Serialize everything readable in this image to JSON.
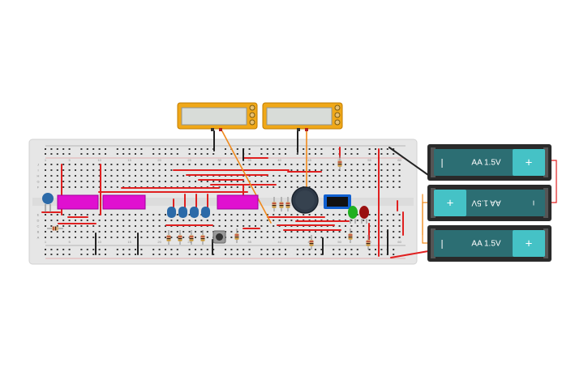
{
  "canvas": {
    "background": "#ffffff"
  },
  "colors": {
    "breadboard": "#e6e6e6",
    "hole": "#3b3b3b",
    "rail_red": "#d63031",
    "rail_black": "#2b2b2b",
    "wire_red": "#e02020",
    "wire_black": "#222222",
    "wire_orange": "#f08a1c",
    "ic_magenta": "#e010d0",
    "lcd_frame": "#f0a818",
    "lcd_screen": "#d8dcd8",
    "battery_body": "#2c6e73",
    "battery_cap": "#45c2c6",
    "battery_holder": "#2a2a2a",
    "cap_blue": "#2c6aa8",
    "led_green": "#20b020",
    "led_red": "#9a1010",
    "buzzer": "#2f3a48",
    "ir_module": "#1060d0"
  },
  "breadboard": {
    "column_labels": [
      "1",
      "5",
      "10",
      "15",
      "20",
      "25",
      "30",
      "35",
      "40",
      "45",
      "50",
      "55",
      "60"
    ],
    "row_labels_left": [
      "J",
      "I",
      "H",
      "G",
      "F",
      "E",
      "D",
      "C",
      "B",
      "A"
    ]
  },
  "batteries": [
    {
      "label": "AA 1.5V",
      "neg": "−",
      "pos": "+",
      "flipped": false
    },
    {
      "label": "AA 1.5V",
      "neg": "−",
      "pos": "+",
      "flipped": true
    },
    {
      "label": "AA 1.5V",
      "neg": "−",
      "pos": "+",
      "flipped": false
    }
  ],
  "components": {
    "ic_chips": [
      "ic-chip-1",
      "ic-chip-2",
      "ic-chip-3"
    ],
    "lcd_displays": [
      "lcd-display-1",
      "lcd-display-2"
    ],
    "leds": [
      "green-led",
      "red-led"
    ],
    "capacitors": 5,
    "resistors": 12,
    "push_button": "push-button",
    "buzzer": "piezo-buzzer",
    "ir_module": "ir-sensor-module"
  }
}
